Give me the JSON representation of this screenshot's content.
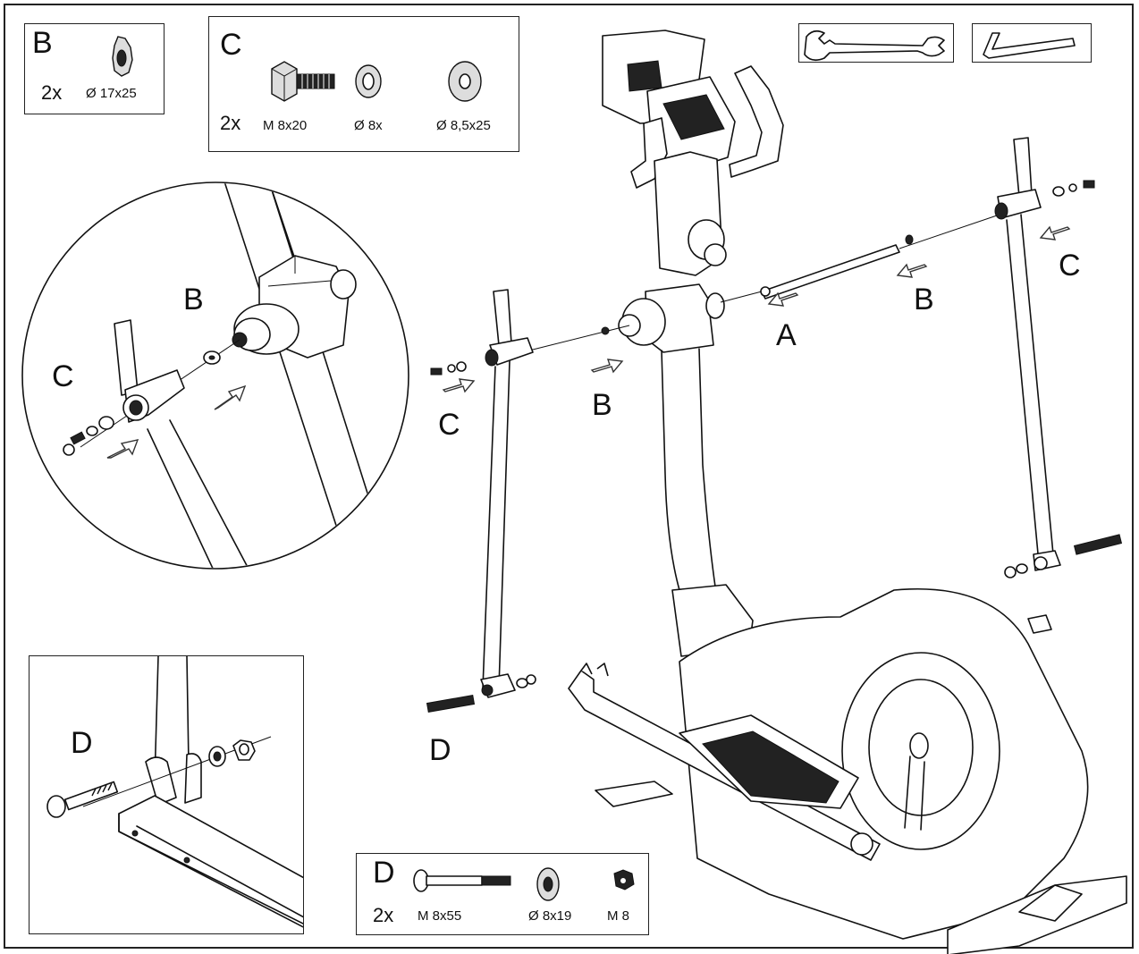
{
  "parts": {
    "B": {
      "letter": "B",
      "qty": "2x",
      "spec": "Ø 17x25"
    },
    "C": {
      "letter": "C",
      "qty": "2x",
      "bolt": "M 8x20",
      "spring_washer": "Ø 8x",
      "washer": "Ø 8,5x25"
    },
    "D": {
      "letter": "D",
      "qty": "2x",
      "bolt": "M 8x55",
      "washer": "Ø 8x19",
      "nut": "M 8"
    }
  },
  "labels": {
    "A": "A",
    "B": "B",
    "C": "C",
    "D": "D"
  },
  "icons": [
    "wrench-icon",
    "allen-key-icon"
  ]
}
